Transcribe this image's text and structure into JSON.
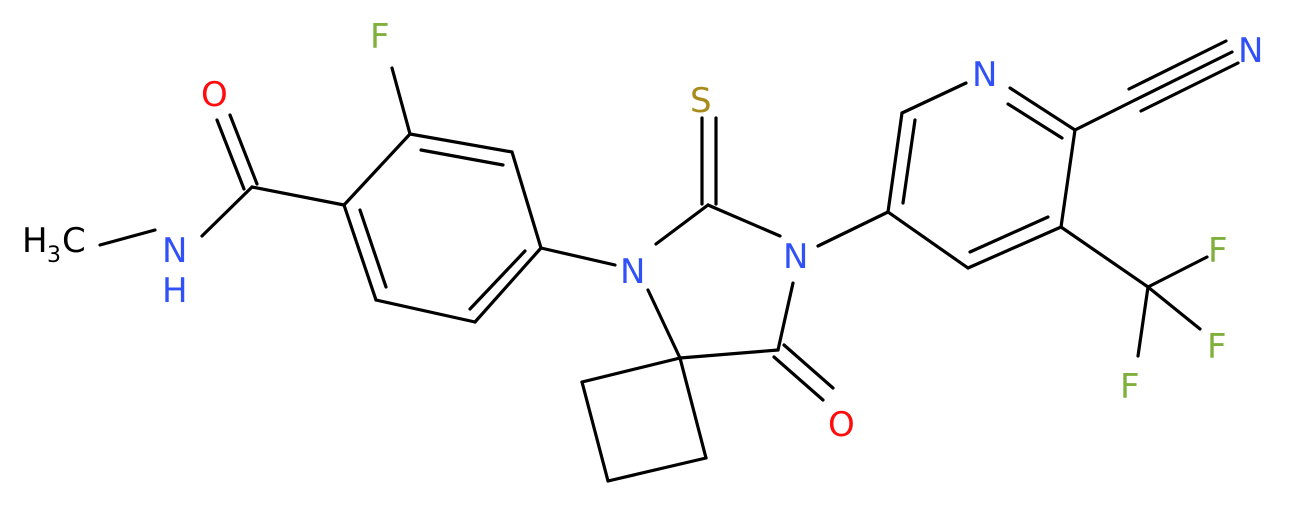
{
  "molecule": {
    "atoms": {
      "o_amide": "O",
      "f_aryl": "F",
      "n_amide": "N",
      "h_amide": "H",
      "methyl_h": "H",
      "methyl_c": "C",
      "methyl_sub": "3",
      "s_thione": "S",
      "n_spiro": "N",
      "n_imide": "N",
      "o_keto": "O",
      "n_pyridine": "N",
      "n_nitrile": "N",
      "f1": "F",
      "f2": "F",
      "f3": "F"
    },
    "colors": {
      "bond": "#000000",
      "oxygen": "#ff0d0d",
      "nitrogen": "#3050f8",
      "fluorine": "#7fb03b",
      "sulfur": "#a88b1a",
      "carbon": "#000000"
    }
  }
}
